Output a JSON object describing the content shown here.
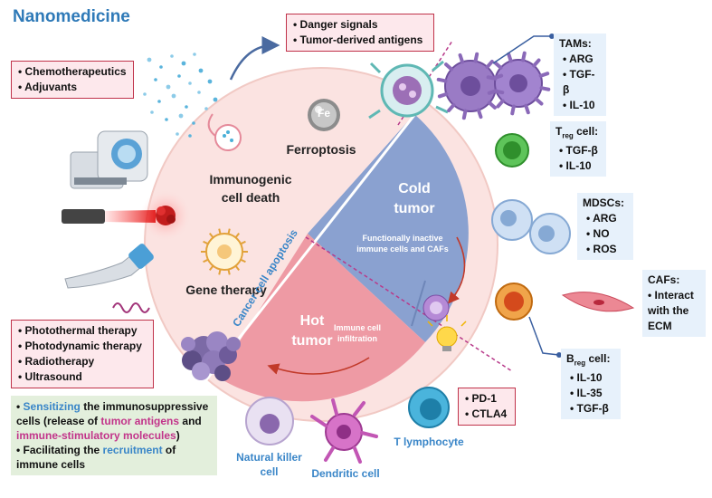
{
  "title": "Nanomedicine",
  "boxes": {
    "chemo": [
      "• Chemotherapeutics",
      "• Adjuvants"
    ],
    "danger": [
      "• Danger signals",
      "• Tumor-derived antigens"
    ],
    "physical": [
      "• Photothermal therapy",
      "• Photodynamic therapy",
      "• Radiotherapy",
      "• Ultrasound"
    ],
    "checkpoint": [
      "• PD-1",
      "• CTLA4"
    ]
  },
  "circle": {
    "ferroptosis": "Ferroptosis",
    "fe": "Fe",
    "icd": [
      "Immunogenic",
      "cell death"
    ],
    "gene": "Gene therapy",
    "apoptosis": "Cancer cell apoptosis",
    "cold": [
      "Cold",
      "tumor"
    ],
    "cold_note": [
      "Functionally inactive",
      "immune cells and CAFs"
    ],
    "hot": [
      "Hot",
      "tumor"
    ],
    "hot_note": [
      "Immune cell",
      "infiltration"
    ]
  },
  "cells": {
    "tams": {
      "title": "TAMs:",
      "items": [
        "• ARG",
        "• TGF-β",
        "• IL-10"
      ]
    },
    "treg": {
      "title_main": "T",
      "title_sub": "reg",
      "title_rest": " cell:",
      "items": [
        "• TGF-β",
        "• IL-10"
      ]
    },
    "mdsc": {
      "title": "MDSCs:",
      "items": [
        "• ARG",
        "• NO",
        "• ROS"
      ]
    },
    "caf": {
      "title": "CAFs:",
      "items": [
        "• Interact",
        "with the",
        "ECM"
      ]
    },
    "breg": {
      "title_main": "B",
      "title_sub": "reg",
      "title_rest": " cell:",
      "items": [
        "• IL-10",
        "• IL-35",
        "• TGF-β"
      ]
    },
    "nk": [
      "Natural killer",
      "cell"
    ],
    "dc": "Dendritic cell",
    "tl": "T lymphocyte"
  },
  "summary": {
    "l1_a": "• ",
    "l1_b": "Sensitizing",
    "l1_c": " the immunosuppressive",
    "l2_a": "cells  (release of ",
    "l2_b": "tumor antigens",
    "l2_c": " and",
    "l3_b": "immune-stimulatory molecules",
    "l3_c": ")",
    "l4_a": "• Facilitating the ",
    "l4_b": "recruitment",
    "l4_c": " of",
    "l5": "immune cells"
  },
  "colors": {
    "title": "#2f7ab8",
    "circle": "#fbe3e1",
    "cold": "#8aa1d0",
    "hot": "#ee9aa4",
    "box_border": "#c0324a",
    "box_fill": "#fde8ec",
    "label_blue": "#3a86c8",
    "magenta": "#c2348a",
    "dashed": "#b83a8a"
  },
  "icons": [
    "fe-ion-icon",
    "ferroptosis-vesicle-icon",
    "nanoparticle-dots-icon",
    "mri-scanner-icon",
    "laser-icon",
    "ultrasound-probe-icon",
    "gene-nanoparticle-icon",
    "lightbulb-icon",
    "tumor-mass-icon"
  ]
}
